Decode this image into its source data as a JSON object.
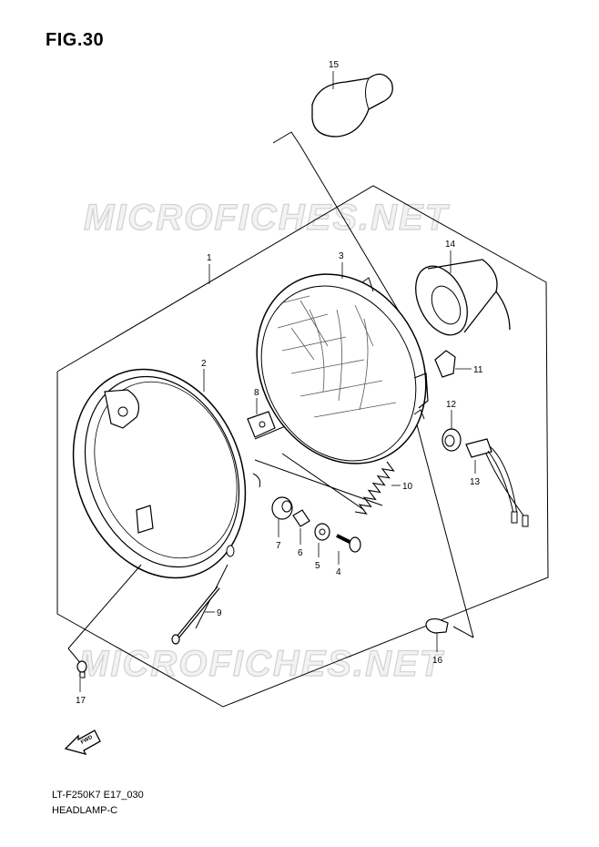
{
  "figure": {
    "title": "FIG.30",
    "model_code": "LT-F250K7 E17_030",
    "section": "HEADLAMP-C"
  },
  "watermarks": [
    "MICROFICHES.NET",
    "MICROFICHES.NET"
  ],
  "fwd_label": "FWD",
  "callouts": {
    "c1": "1",
    "c2": "2",
    "c3": "3",
    "c4": "4",
    "c5": "5",
    "c6": "6",
    "c7": "7",
    "c8": "8",
    "c9": "9",
    "c10": "10",
    "c11": "11",
    "c12": "12",
    "c13": "13",
    "c14": "14",
    "c15": "15",
    "c16": "16",
    "c17": "17"
  }
}
